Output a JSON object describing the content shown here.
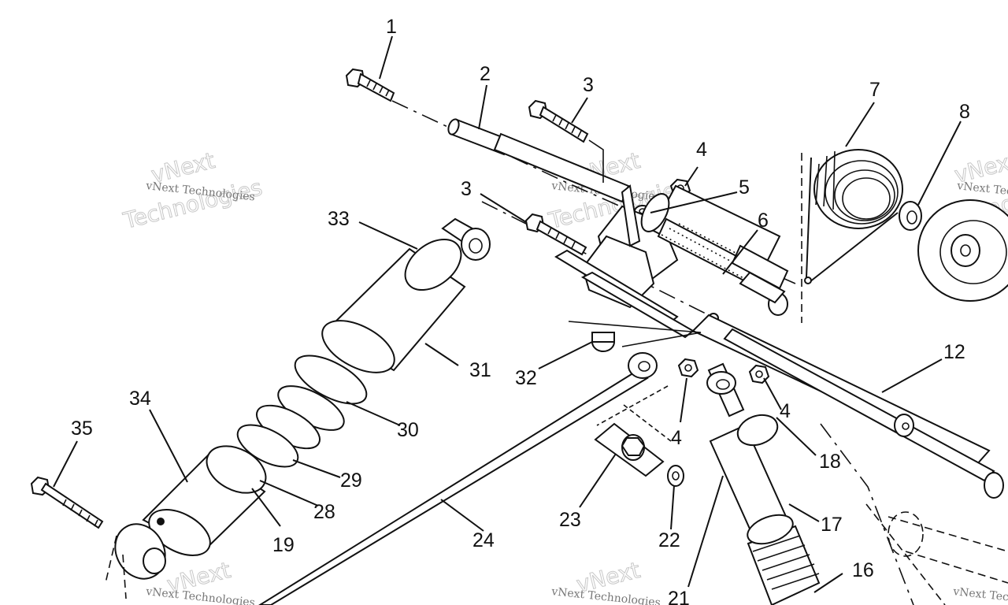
{
  "watermark": {
    "brand_line1": "vNext",
    "brand_line2": "Technologies",
    "small_text": "vNext Technologies"
  },
  "callouts": [
    "1",
    "2",
    "3",
    "3",
    "4",
    "4",
    "4",
    "5",
    "6",
    "7",
    "8",
    "12",
    "16",
    "17",
    "18",
    "19",
    "21",
    "22",
    "23",
    "24",
    "28",
    "29",
    "30",
    "31",
    "32",
    "33",
    "34",
    "35"
  ]
}
